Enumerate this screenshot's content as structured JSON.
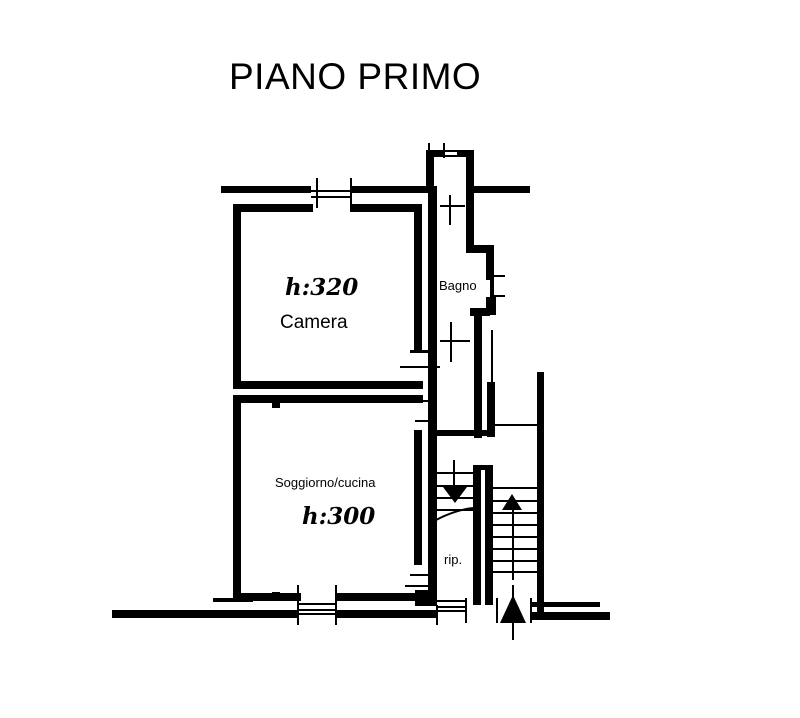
{
  "title": "PIANO PRIMO",
  "rooms": [
    {
      "name": "Camera",
      "height_label": "h:320"
    },
    {
      "name": "Soggiorno/cucina",
      "height_label": "h:300"
    },
    {
      "name": "Bagno"
    },
    {
      "name": "rip."
    }
  ],
  "colors": {
    "wall": "#000000",
    "background": "#ffffff"
  }
}
